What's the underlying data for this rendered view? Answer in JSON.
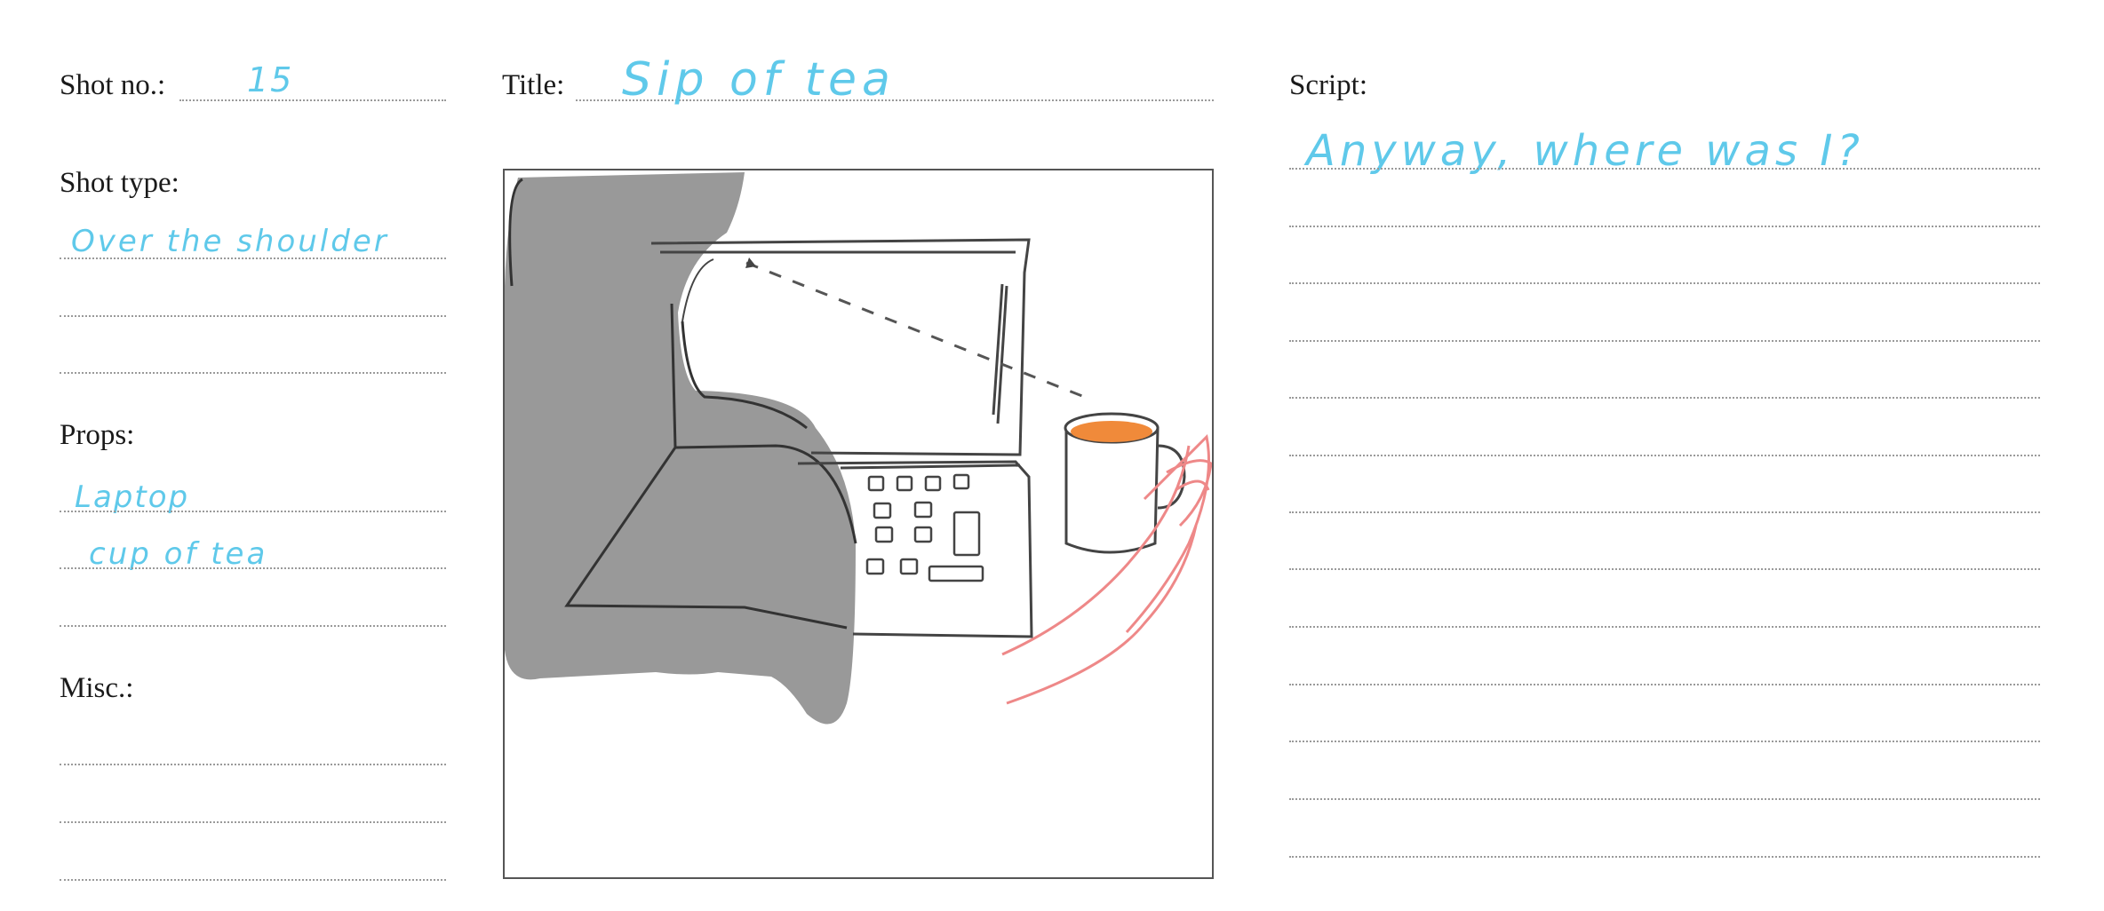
{
  "labels": {
    "shot_no": "Shot no.:",
    "title": "Title:",
    "script": "Script:",
    "shot_type": "Shot type:",
    "props": "Props:",
    "misc": "Misc.:"
  },
  "values": {
    "shot_no": "15",
    "title": "Sip of tea",
    "shot_type": "Over the shoulder",
    "props": [
      "Laptop",
      "cup of tea"
    ],
    "script": "Anyway, where was I?"
  },
  "colors": {
    "handwriting": "#5fc9ea",
    "chair": "#999999",
    "arm": "#ee8888",
    "tea": "#f08a3a"
  }
}
